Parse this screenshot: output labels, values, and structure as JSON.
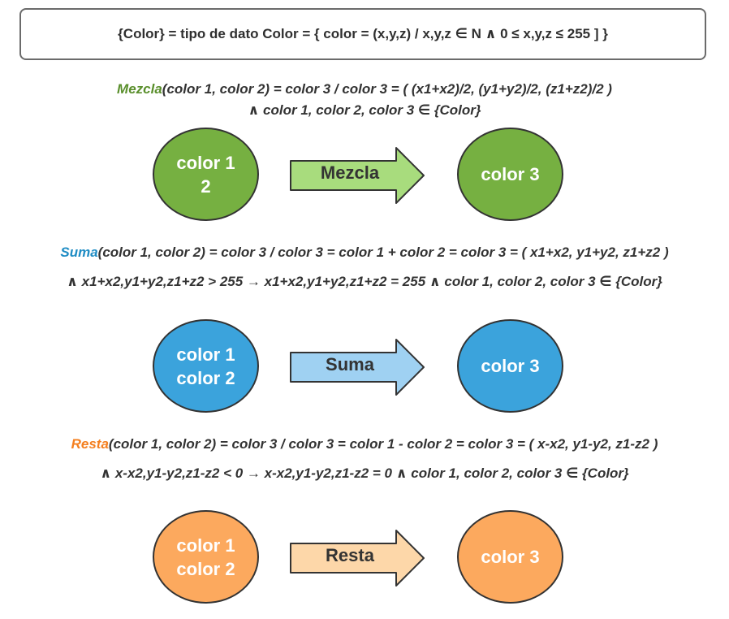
{
  "definition": "{Color} = tipo de dato Color = { color = (x,y,z) / x,y,z  ∈  N  ∧  0 ≤ x,y,z ≤ 255 ]  }",
  "colors": {
    "green_fill": "#76b041",
    "green_kw": "#5a8f2c",
    "blue_fill": "#3ba3dc",
    "blue_kw": "#1e8cc4",
    "blue_arrow": "#9fd1f2",
    "orange_fill": "#fca95e",
    "orange_kw": "#f47f1f",
    "orange_arrow": "#fdd7a9",
    "green_arrow": "#a8dc7d",
    "outline": "#333333"
  },
  "mezcla": {
    "keyword": "Mezcla",
    "line1_rest": "(color 1, color 2) = color 3   /  color 3 = ( (x1+x2)/2, (y1+y2)/2, (z1+z2)/2 )",
    "line2": "∧ color 1, color 2, color 3 ∈  {Color}",
    "input_line1": "color 1",
    "input_line2": "2",
    "arrow_label": "Mezcla",
    "output": "color 3"
  },
  "suma": {
    "keyword": "Suma",
    "line1_rest": "(color 1, color 2) = color 3   /   color 3 = color 1 + color 2 = color 3 = ( x1+x2, y1+y2, z1+z2 )",
    "line2": "∧ x1+x2,y1+y2,z1+z2 > 255  → x1+x2,y1+y2,z1+z2 = 255 ∧ color 1, color 2, color 3 ∈  {Color}",
    "input_line1": "color 1",
    "input_line2": "color 2",
    "arrow_label": "Suma",
    "output": "color 3"
  },
  "resta": {
    "keyword": "Resta",
    "line1_rest": "(color 1, color 2) = color 3   /   color 3 = color 1 - color 2 = color 3 = ( x-x2, y1-y2, z1-z2 )",
    "line2": "∧ x-x2,y1-y2,z1-z2 < 0  → x-x2,y1-y2,z1-z2 = 0 ∧ color 1, color 2, color 3 ∈  {Color}",
    "input_line1": "color 1",
    "input_line2": "color 2",
    "arrow_label": "Resta",
    "output": "color 3"
  }
}
